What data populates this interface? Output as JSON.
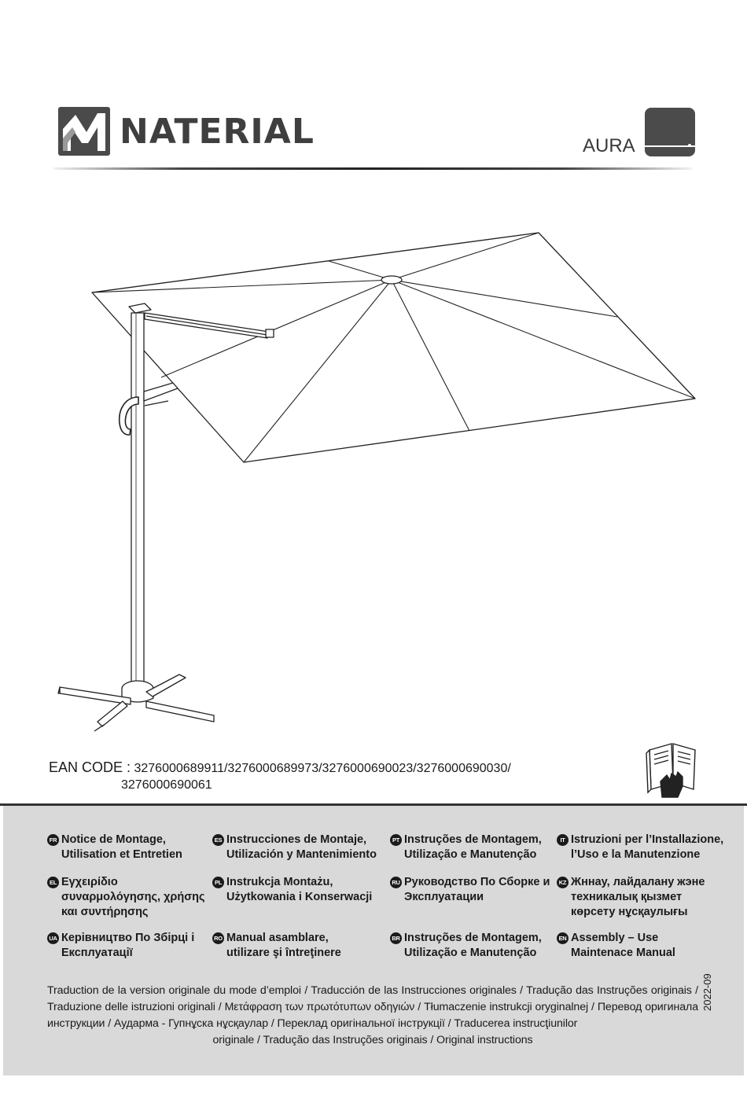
{
  "header": {
    "brand": "NATERIAL",
    "product": "AURA",
    "swatch_color": "#4b4b4b"
  },
  "ean": {
    "label": "EAN CODE :",
    "line1": "3276000689911/3276000689973/3276000690023/3276000690030/",
    "line2": "3276000690061"
  },
  "languages": [
    {
      "code": "FR",
      "text": "Notice de Montage,\nUtilisation et Entretien"
    },
    {
      "code": "ES",
      "text": "Instrucciones de Montaje,\nUtilización y Mantenimiento"
    },
    {
      "code": "PT",
      "text": "Instruções de Montagem,\nUtilização e Manutenção"
    },
    {
      "code": "IT",
      "text": "Istruzioni per l’Installazione,\nl’Uso e la Manutenzione"
    },
    {
      "code": "EL",
      "text": "Εγχειρίδιο\nσυναρμολόγησης, χρήσης\nκαι συντήρησης"
    },
    {
      "code": "PL",
      "text": "Instrukcja Montażu,\nUżytkowania i Konserwacji"
    },
    {
      "code": "RU",
      "text": "Руководство По Сборке и\nЭксплуатации"
    },
    {
      "code": "KZ",
      "text": "Жннау, лайдалану жэне\nтехникалық қызмет\nкөрсету нұсқаулығы"
    },
    {
      "code": "UA",
      "text": "Керівництво По Збірці і\nЕксплуатації"
    },
    {
      "code": "RO",
      "text": "Manual asamblare,\nutilizare şi întreţinere"
    },
    {
      "code": "BR",
      "text": "Instruções de Montagem,\nUtilização e Manutenção"
    },
    {
      "code": "EN",
      "text": "Assembly – Use\nMaintenace  Manual"
    }
  ],
  "translation_note": "Traduction de la version originale du mode d’emploi / Traducción de las Instrucciones originales / Tradução das Instruções originais / Traduzione delle istruzioni originali / Μετάφραση των πρωτότυπων οδηγιών  / Tłumaczenie instrukcji oryginalnej / Перевод оригинала инструкции / Аударма - Гупнұска нұсқаулар / Переклад оригінальної інструкції / Traducerea instrucţiunilor",
  "translation_note_last": "originale / Tradução das Instruções originais / Original instructions",
  "date": "2022-09"
}
